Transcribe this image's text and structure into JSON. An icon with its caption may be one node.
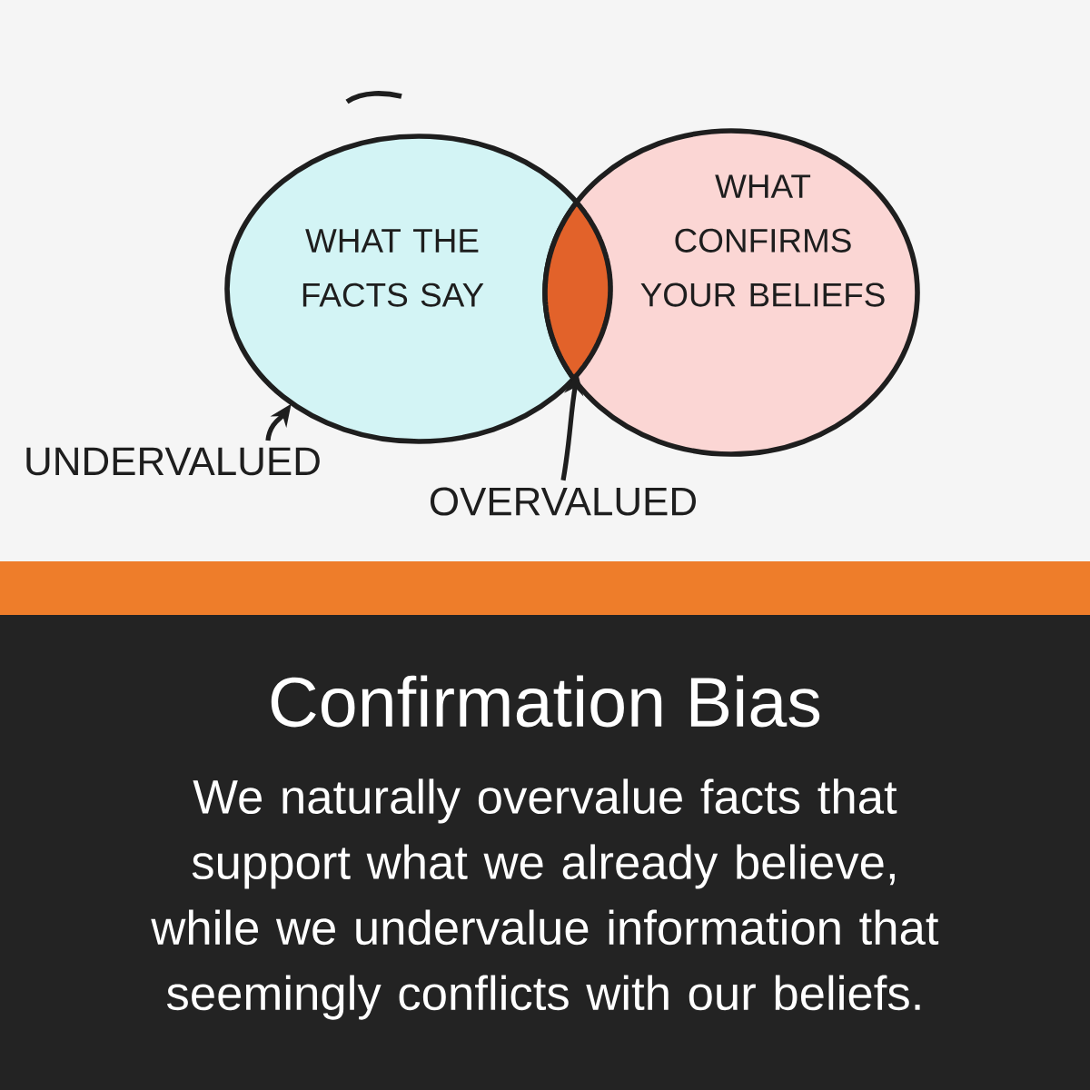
{
  "diagram": {
    "title": "Confirmation Bias",
    "caption": "We naturally overvalue facts that support what we already believe, while we undervalue information that seemingly conflicts with our beliefs.",
    "nodes": [
      {
        "text": [
          "WHAT THE FACTS SAY"
        ]
      },
      {
        "text": [
          "WHAT CONFIRMS YOUR BELIEFS"
        ]
      },
      {
        "text": [
          "UNDERVALUED"
        ]
      },
      {
        "text": [
          "OVERVALUED"
        ]
      },
      {
        "text": [],
        "shape": "lens"
      }
    ],
    "edges": [
      {
        "from": 2,
        "to": 0,
        "arrow": "to"
      },
      {
        "from": 3,
        "to": 4,
        "arrow": "to"
      }
    ]
  }
}
